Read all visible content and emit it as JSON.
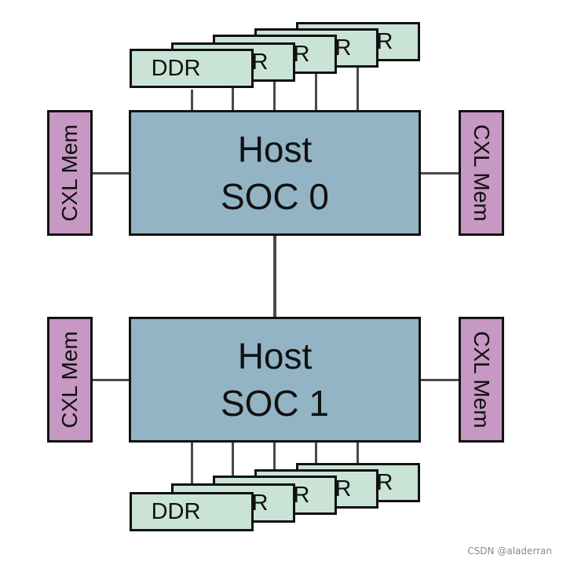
{
  "diagram": {
    "top_ddr_label": "DDR",
    "bottom_ddr_label": "DDR",
    "host0": {
      "line1": "Host",
      "line2": "SOC 0"
    },
    "host1": {
      "line1": "Host",
      "line2": "SOC 1"
    },
    "cxl_label": "CXL Mem",
    "hidden_ddr_fragment": "R"
  },
  "watermark": "CSDN @aladerran",
  "colors": {
    "ddr_fill": "#c9e3d6",
    "host_fill": "#93b4c4",
    "cxl_fill": "#c698c3",
    "border": "#111111",
    "connector": "#4a4a4a"
  }
}
